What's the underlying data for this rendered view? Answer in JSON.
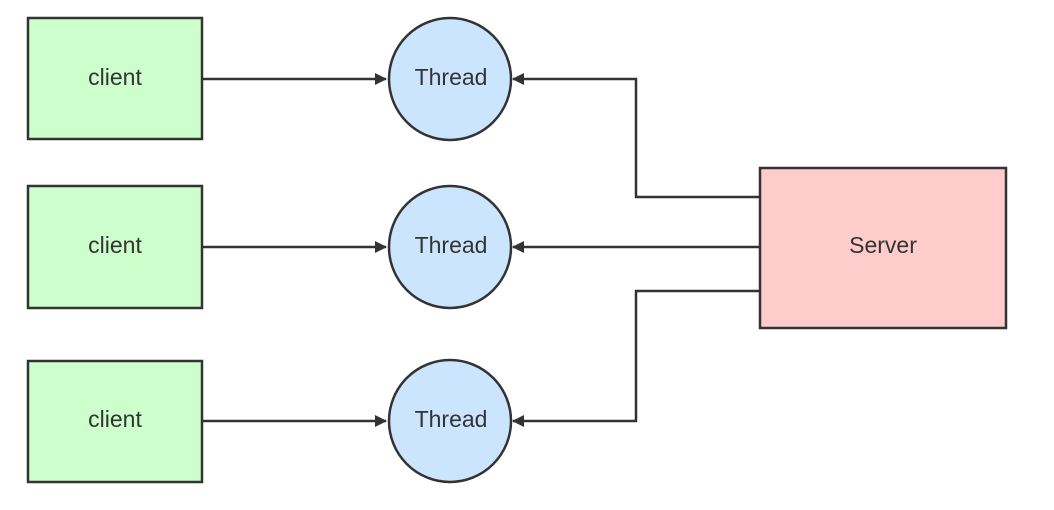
{
  "colors": {
    "client_fill": "#ccffcc",
    "thread_fill": "#cce5ff",
    "server_fill": "#ffcccc",
    "stroke": "#333333"
  },
  "clients": [
    {
      "label": "client"
    },
    {
      "label": "client"
    },
    {
      "label": "client"
    }
  ],
  "threads": [
    {
      "label": "Thread"
    },
    {
      "label": "Thread"
    },
    {
      "label": "Thread"
    }
  ],
  "server": {
    "label": "Server"
  },
  "edges": [
    {
      "from": "client-1",
      "to": "thread-1"
    },
    {
      "from": "client-2",
      "to": "thread-2"
    },
    {
      "from": "client-3",
      "to": "thread-3"
    },
    {
      "from": "server",
      "to": "thread-1"
    },
    {
      "from": "server",
      "to": "thread-2"
    },
    {
      "from": "server",
      "to": "thread-3"
    }
  ]
}
